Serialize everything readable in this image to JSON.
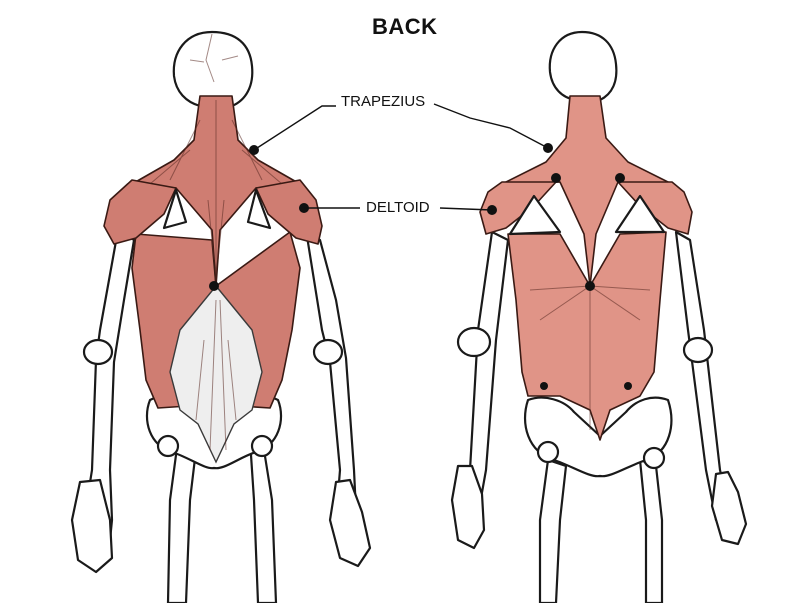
{
  "title": "BACK",
  "labels": {
    "trapezius": "TRAPEZIUS",
    "deltoid": "DELTOID"
  },
  "colors": {
    "muscle_left": "#cf7d72",
    "muscle_right": "#e09487",
    "tendon": "#eeeeee",
    "ink": "#111111"
  }
}
